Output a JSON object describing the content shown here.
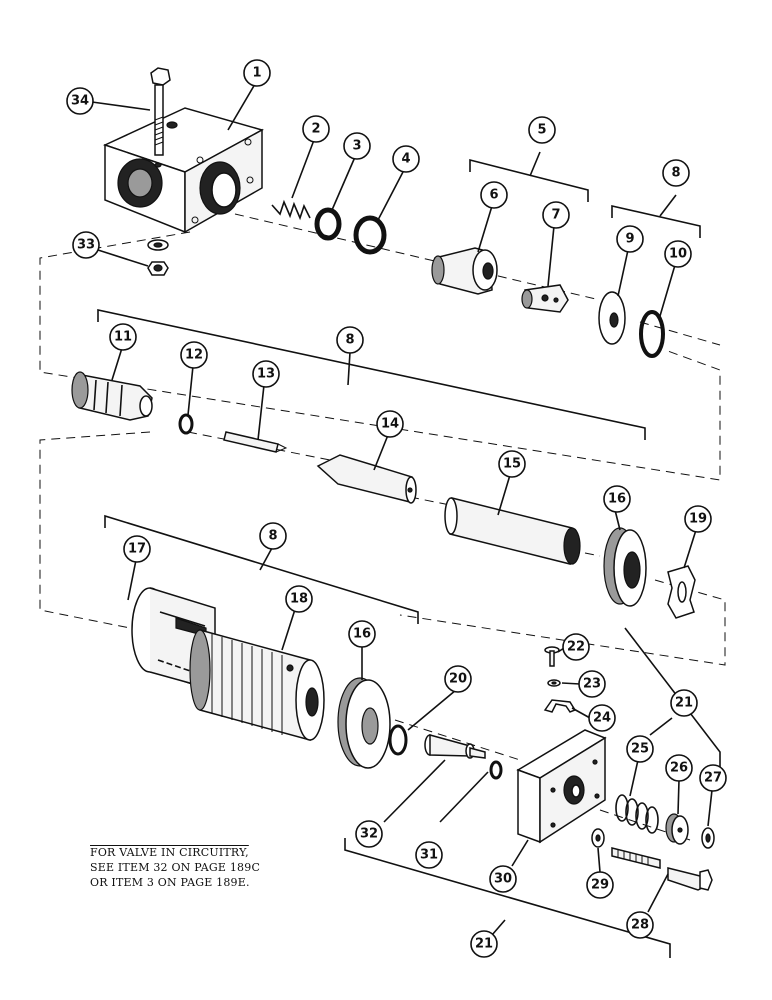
{
  "callouts": {
    "c1": "1",
    "c2": "2",
    "c3": "3",
    "c4": "4",
    "c5": "5",
    "c6": "6",
    "c7": "7",
    "c8a": "8",
    "c8b": "8",
    "c8c": "8",
    "c9": "9",
    "c10": "10",
    "c11": "11",
    "c12": "12",
    "c13": "13",
    "c14": "14",
    "c15": "15",
    "c16a": "16",
    "c16b": "16",
    "c17": "17",
    "c18": "18",
    "c19": "19",
    "c20": "20",
    "c21a": "21",
    "c21b": "21",
    "c22": "22",
    "c23": "23",
    "c24": "24",
    "c25": "25",
    "c26": "26",
    "c27": "27",
    "c28": "28",
    "c29": "29",
    "c30": "30",
    "c31": "31",
    "c32": "32",
    "c33": "33",
    "c34": "34"
  },
  "note": {
    "line1": "FOR VALVE IN CIRCUITRY,",
    "line2": "SEE ITEM 32 ON PAGE 189C",
    "line3": "OR ITEM 3 ON PAGE 189E."
  }
}
